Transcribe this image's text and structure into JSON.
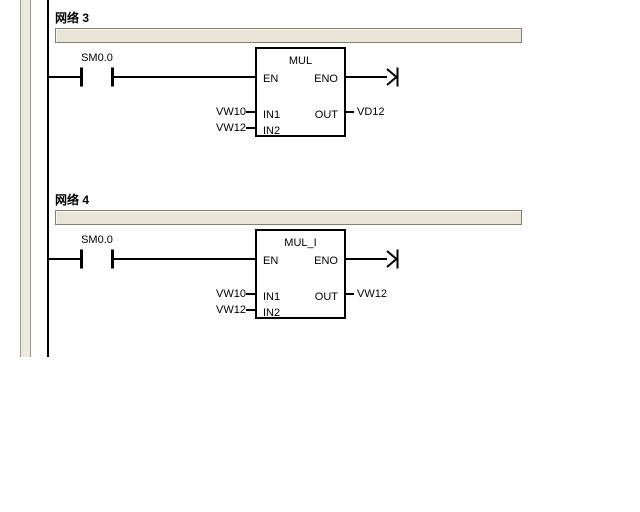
{
  "networks": [
    {
      "label": "网络 3",
      "contact_label": "SM0.0",
      "block": {
        "title": "MUL",
        "pin_en": "EN",
        "pin_eno": "ENO",
        "pin_in1": "IN1",
        "pin_in2": "IN2",
        "pin_out": "OUT",
        "in1_operand": "VW10",
        "in2_operand": "VW12",
        "out_operand": "VD12"
      }
    },
    {
      "label": "网络 4",
      "contact_label": "SM0.0",
      "block": {
        "title": "MUL_I",
        "pin_en": "EN",
        "pin_eno": "ENO",
        "pin_in1": "IN1",
        "pin_in2": "IN2",
        "pin_out": "OUT",
        "in1_operand": "VW10",
        "in2_operand": "VW12",
        "out_operand": "VW12"
      }
    }
  ]
}
